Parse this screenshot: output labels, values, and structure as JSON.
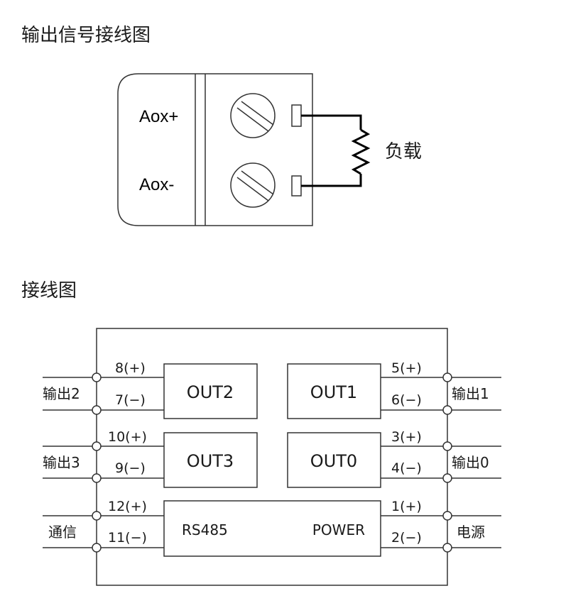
{
  "titles": {
    "output_wiring": "输出信号接线图",
    "wiring": "接线图"
  },
  "terminal_block": {
    "pos_label": "Aox+",
    "neg_label": "Aox-",
    "load_label": "负载"
  },
  "module": {
    "out2": {
      "name": "OUT2",
      "pos": "8(+)",
      "neg": "7(−)",
      "side": "输出2"
    },
    "out1": {
      "name": "OUT1",
      "pos": "5(+)",
      "neg": "6(−)",
      "side": "输出1"
    },
    "out3": {
      "name": "OUT3",
      "pos": "10(+)",
      "neg": "9(−)",
      "side": "输出3"
    },
    "out0": {
      "name": "OUT0",
      "pos": "3(+)",
      "neg": "4(−)",
      "side": "输出0"
    },
    "comm": {
      "name": "RS485",
      "pos": "12(+)",
      "neg": "11(−)",
      "side": "通信"
    },
    "power": {
      "name": "POWER",
      "pos": "1(+)",
      "neg": "2(−)",
      "side": "电源"
    }
  }
}
